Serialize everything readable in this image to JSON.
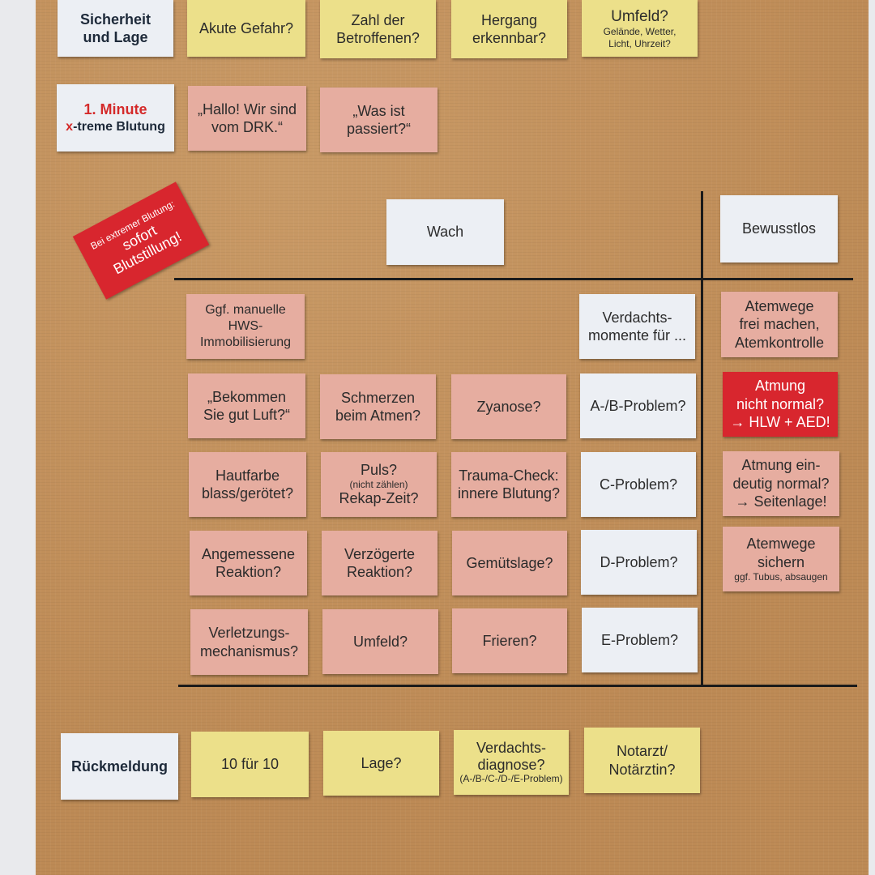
{
  "row1": {
    "label1": "Sicherheit",
    "label2": "und Lage",
    "c1": "Akute Gefahr?",
    "c2": "Zahl der\nBetroffenen?",
    "c3": "Hergang\nerkennbar?",
    "c4_main": "Umfeld?",
    "c4_sub": "Gelände, Wetter,\nLicht, Uhrzeit?"
  },
  "row2": {
    "label_red": "1. Minute",
    "label_x": "x",
    "label_rest": "-treme Blutung",
    "c1": "„Hallo! Wir sind\nvom DRK.“",
    "c2": "„Was ist\npassiert?“"
  },
  "sticker": {
    "line1": "Bei extremer Blutung:",
    "line2": "sofort",
    "line3": "Blutstillung!"
  },
  "wach": "Wach",
  "bewusstlos": "Bewusstlos",
  "grid": {
    "r0c0": "Ggf. manuelle\nHWS-\nImmobilisierung",
    "r0c3": "Verdachts-\nmomente für ...",
    "r1c0": "„Bekommen\nSie gut Luft?“",
    "r1c1": "Schmerzen\nbeim Atmen?",
    "r1c2": "Zyanose?",
    "r1c3": "A-/B-Problem?",
    "r2c0": "Hautfarbe\nblass/gerötet?",
    "r2c1_main": "Puls?",
    "r2c1_sub": "(nicht zählen)",
    "r2c1_end": "Rekap-Zeit?",
    "r2c2": "Trauma-Check:\ninnere Blutung?",
    "r2c3": "C-Problem?",
    "r3c0": "Angemessene\nReaktion?",
    "r3c1": "Verzögerte\nReaktion?",
    "r3c2": "Gemütslage?",
    "r3c3": "D-Problem?",
    "r4c0": "Verletzungs-\nmechanismus?",
    "r4c1": "Umfeld?",
    "r4c2": "Frieren?",
    "r4c3": "E-Problem?"
  },
  "right": {
    "c1": "Atemwege\nfrei machen,\nAtemkontrolle",
    "c2": "Atmung\nnicht normal?\n→ HLW + AED!",
    "c3": "Atmung ein-\ndeutig normal?\n→ Seitenlage!",
    "c4_main": "Atemwege\nsichern",
    "c4_sub": "ggf. Tubus, absaugen"
  },
  "bottom": {
    "label": "Rückmeldung",
    "c1": "10 für 10",
    "c2": "Lage?",
    "c3_main": "Verdachts-\ndiagnose?",
    "c3_sub": "(A-/B-/C-/D-/E-Problem)",
    "c4": "Notarzt/\nNotärztin?"
  },
  "colors": {
    "white": "#eceff4",
    "yellow": "#ece08a",
    "pink": "#e6ada0",
    "red": "#d8262e",
    "board": "#c4935f"
  }
}
